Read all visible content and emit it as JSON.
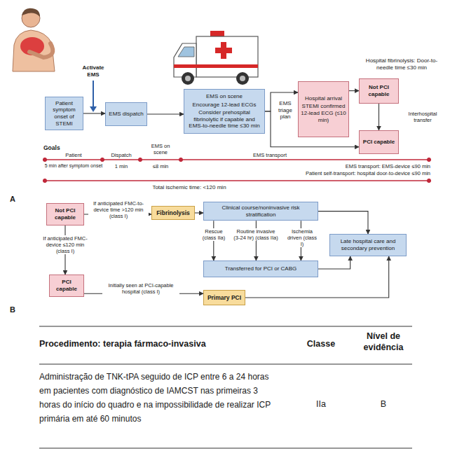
{
  "diagram": {
    "nodes": [
      {
        "text": [
          "Patient symptom onset of STEMI"
        ]
      },
      {
        "text": [
          "EMS dispatch"
        ]
      },
      {
        "text": [
          "EMS on scene",
          "Encourage 12-lead ECGs",
          "Consider prehospital fibrinolytic if capable and EMS-to-needle time ≤30 min"
        ]
      },
      {
        "text": [
          "Hospital arrival",
          "STEMI confirmed 12-lead ECG (≤10 min)"
        ]
      },
      {
        "text": [
          "Not PCI capable"
        ]
      },
      {
        "text": [
          "PCI capable"
        ]
      },
      {
        "text": [
          "Not PCI capable"
        ]
      },
      {
        "text": [
          "Fibrinolysis"
        ]
      },
      {
        "text": [
          "Clinical course/noninvasive risk stratification"
        ]
      },
      {
        "text": [
          "Late hospital care and secondary prevention"
        ]
      },
      {
        "text": [
          "Transferred for PCI or CABG"
        ]
      },
      {
        "text": [
          "PCI capable"
        ]
      },
      {
        "text": [
          "Primary PCI"
        ]
      }
    ],
    "edges": [
      {
        "from": 0,
        "to": 1,
        "arrow": "to"
      },
      {
        "from": 1,
        "to": 2,
        "arrow": "to"
      },
      {
        "from": 2,
        "to": 3,
        "arrow": "to"
      },
      {
        "from": 2,
        "to": 5,
        "arrow": "to"
      },
      {
        "from": 3,
        "to": 4,
        "arrow": "to"
      },
      {
        "from": 4,
        "to": 5,
        "label": "Interhospital transfer",
        "arrow": "to"
      },
      {
        "from": 6,
        "to": 7,
        "label": "If anticipated FMC-to-device time >120 min (class I)",
        "arrow": "to"
      },
      {
        "from": 7,
        "to": 8,
        "arrow": "to"
      },
      {
        "from": 8,
        "to": 10,
        "label": "Rescue (class IIa)",
        "arrow": "to"
      },
      {
        "from": 8,
        "to": 10,
        "label": "Routine invasive (3-24 hr) (class IIa)",
        "arrow": "to"
      },
      {
        "from": 8,
        "to": 10,
        "label": "Ischemia driven (class I)",
        "arrow": "to"
      },
      {
        "from": 8,
        "to": 9,
        "arrow": "to"
      },
      {
        "from": 10,
        "to": 9,
        "arrow": "to"
      },
      {
        "from": 6,
        "to": 11,
        "label": "If anticipated FMC-device ≤120 min (class I)",
        "arrow": "to"
      },
      {
        "from": 11,
        "to": 12,
        "label": "Initially seen at PCI-capable hospital (class I)",
        "arrow": "to"
      },
      {
        "from": 12,
        "to": 9,
        "arrow": "to"
      }
    ],
    "labels": [
      "Activate EMS",
      "EMS triage plan",
      "Hospital fibrinolysis: Door-to-needle time ≤30 min",
      "Goals",
      "Patient",
      "Dispatch",
      "EMS on scene",
      "EMS transport",
      "5 min after symptom onset",
      "1 min",
      "≤8 min",
      "EMS transport: EMS-device ≤90 min",
      "Patient self-transport: hospital door-to-device ≤90 min",
      "Total ischemic time: <120 min",
      "A",
      "B",
      "Procedimento: terapia fármaco-invasiva",
      "Classe",
      "Nível de evidência",
      "Administração de TNK-tPA seguido de ICP entre 6 a 24 horas em pacientes com diagnóstico de IAMCST nas primeiras 3 horas do início do quadro e na impossibilidade de realizar ICP primária em até 60 minutos",
      "IIa",
      "B"
    ]
  }
}
